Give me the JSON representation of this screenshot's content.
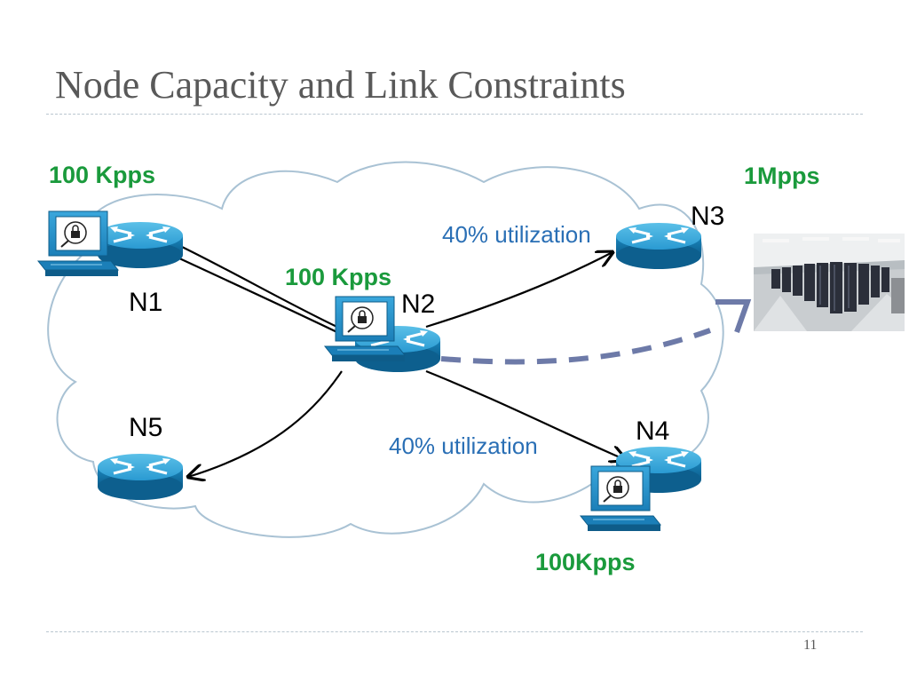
{
  "slide": {
    "title": "Node Capacity and Link Constraints",
    "page_number": "11"
  },
  "capacities": {
    "n1": "100 Kpps",
    "n2": "100 Kpps",
    "n4": "100Kpps",
    "server": "1Mpps"
  },
  "nodes": {
    "n1": "N1",
    "n2": "N2",
    "n3": "N3",
    "n4": "N4",
    "n5": "N5"
  },
  "links": {
    "n2_n3": "40% utilization",
    "n2_n4": "40% utilization"
  },
  "colors": {
    "capacity_text": "#1a9a3c",
    "utilization_text": "#2a6fb5",
    "router_blue": "#1a8fc4",
    "cloud_outline": "#a9c2d4",
    "dashed_arrow": "#6d7aa8"
  },
  "icons": [
    "cloud-icon",
    "router-icon",
    "computer-lock-icon",
    "datacenter-photo"
  ]
}
